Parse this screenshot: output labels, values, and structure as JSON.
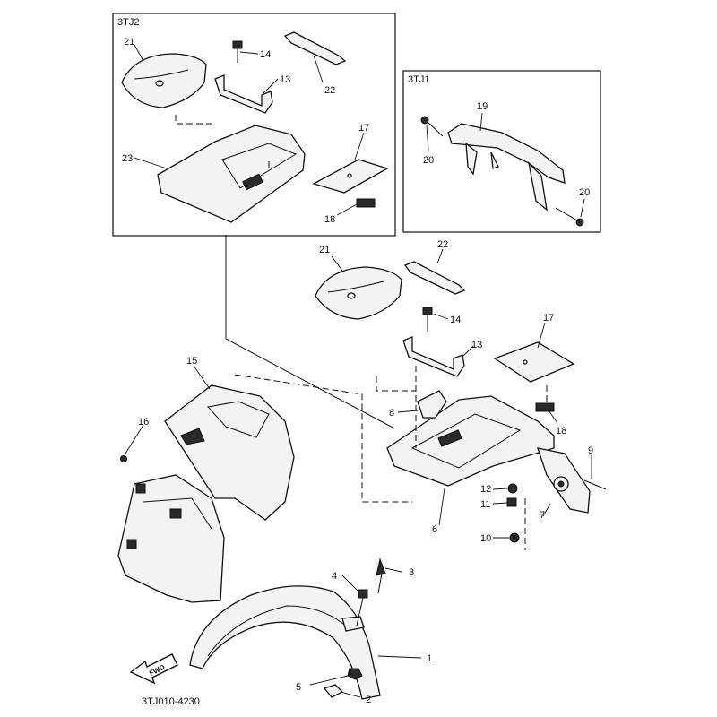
{
  "insets": [
    {
      "id": "inset-3tj2",
      "title": "3TJ2"
    },
    {
      "id": "inset-3tj1",
      "title": "3TJ1"
    }
  ],
  "callouts": {
    "c21a": "21",
    "c14a": "14",
    "c22a": "22",
    "c13a": "13",
    "c17a": "17",
    "c23": "23",
    "c18a": "18",
    "c19": "19",
    "c20a": "20",
    "c20b": "20",
    "c21b": "21",
    "c22b": "22",
    "c14b": "14",
    "c13b": "13",
    "c17b": "17",
    "c8": "8",
    "c18b": "18",
    "c9": "9",
    "c15": "15",
    "c16": "16",
    "c12": "12",
    "c11": "11",
    "c10": "10",
    "c7": "7",
    "c6": "6",
    "c4": "4",
    "c3": "3",
    "c1": "1",
    "c5": "5",
    "c2": "2"
  },
  "fwd_label": "FWD",
  "drawing_code": "3TJ010-4230"
}
